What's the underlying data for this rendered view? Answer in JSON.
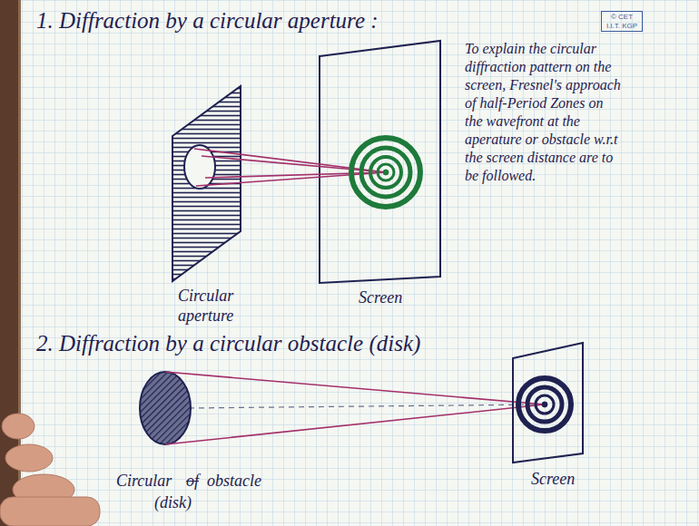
{
  "diagram": {
    "labels": [
      "1. Diffraction by a circular aperture :",
      "© CET I.I.T. KGP",
      "To explain the circular diffraction pattern on the screen, Fresnel's approach of half-Period Zones on the wavefront at the aperature or obstacle w.r.t the screen distance are to be followed.",
      "Circular aperture",
      "Screen",
      "2. Diffraction by a circular obstacle (disk)",
      "Circular",
      "of",
      "obstacle",
      "(disk)",
      "Screen"
    ]
  }
}
